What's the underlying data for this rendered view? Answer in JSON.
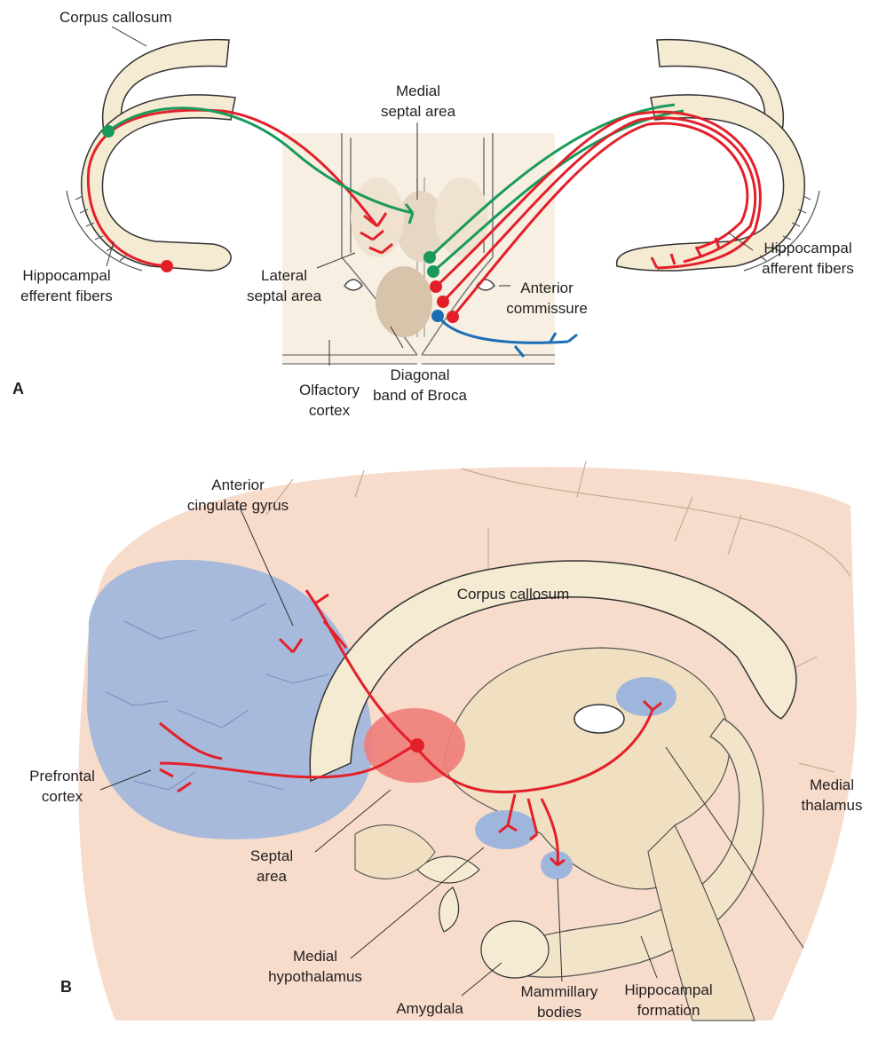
{
  "panel_a": {
    "label": "A",
    "corpus_callosum": "Corpus callosum",
    "medial_septal_area": [
      "Medial",
      "septal area"
    ],
    "lateral_septal_area": [
      "Lateral",
      "septal area"
    ],
    "hippocampal_efferent_fibers": [
      "Hippocampal",
      "efferent fibers"
    ],
    "hippocampal_afferent_fibers": [
      "Hippocampal",
      "afferent fibers"
    ],
    "anterior_commissure": [
      "Anterior",
      "commissure"
    ],
    "olfactory_cortex": [
      "Olfactory",
      "cortex"
    ],
    "diagonal_band": [
      "Diagonal",
      "band of Broca"
    ]
  },
  "panel_b": {
    "label": "B",
    "anterior_cingulate_gyrus": [
      "Anterior",
      "cingulate gyrus"
    ],
    "corpus_callosum": "Corpus callosum",
    "prefrontal_cortex": [
      "Prefrontal",
      "cortex"
    ],
    "medial_thalamus": [
      "Medial",
      "thalamus"
    ],
    "septal_area": [
      "Septal",
      "area"
    ],
    "medial_hypothalamus": [
      "Medial",
      "hypothalamus"
    ],
    "amygdala": "Amygdala",
    "mammillary_bodies": [
      "Mammillary",
      "bodies"
    ],
    "hippocampal_formation": [
      "Hippocampal",
      "formation"
    ]
  },
  "colors": {
    "efferent": "#e3202a",
    "afferent_green": "#1a9a5a",
    "afferent_blue": "#1b6eb5",
    "target_region": "#9fb6dc",
    "septal_region": "#ef7f7b",
    "brain_tissue": "#f5ead2",
    "outline": "#333333"
  }
}
